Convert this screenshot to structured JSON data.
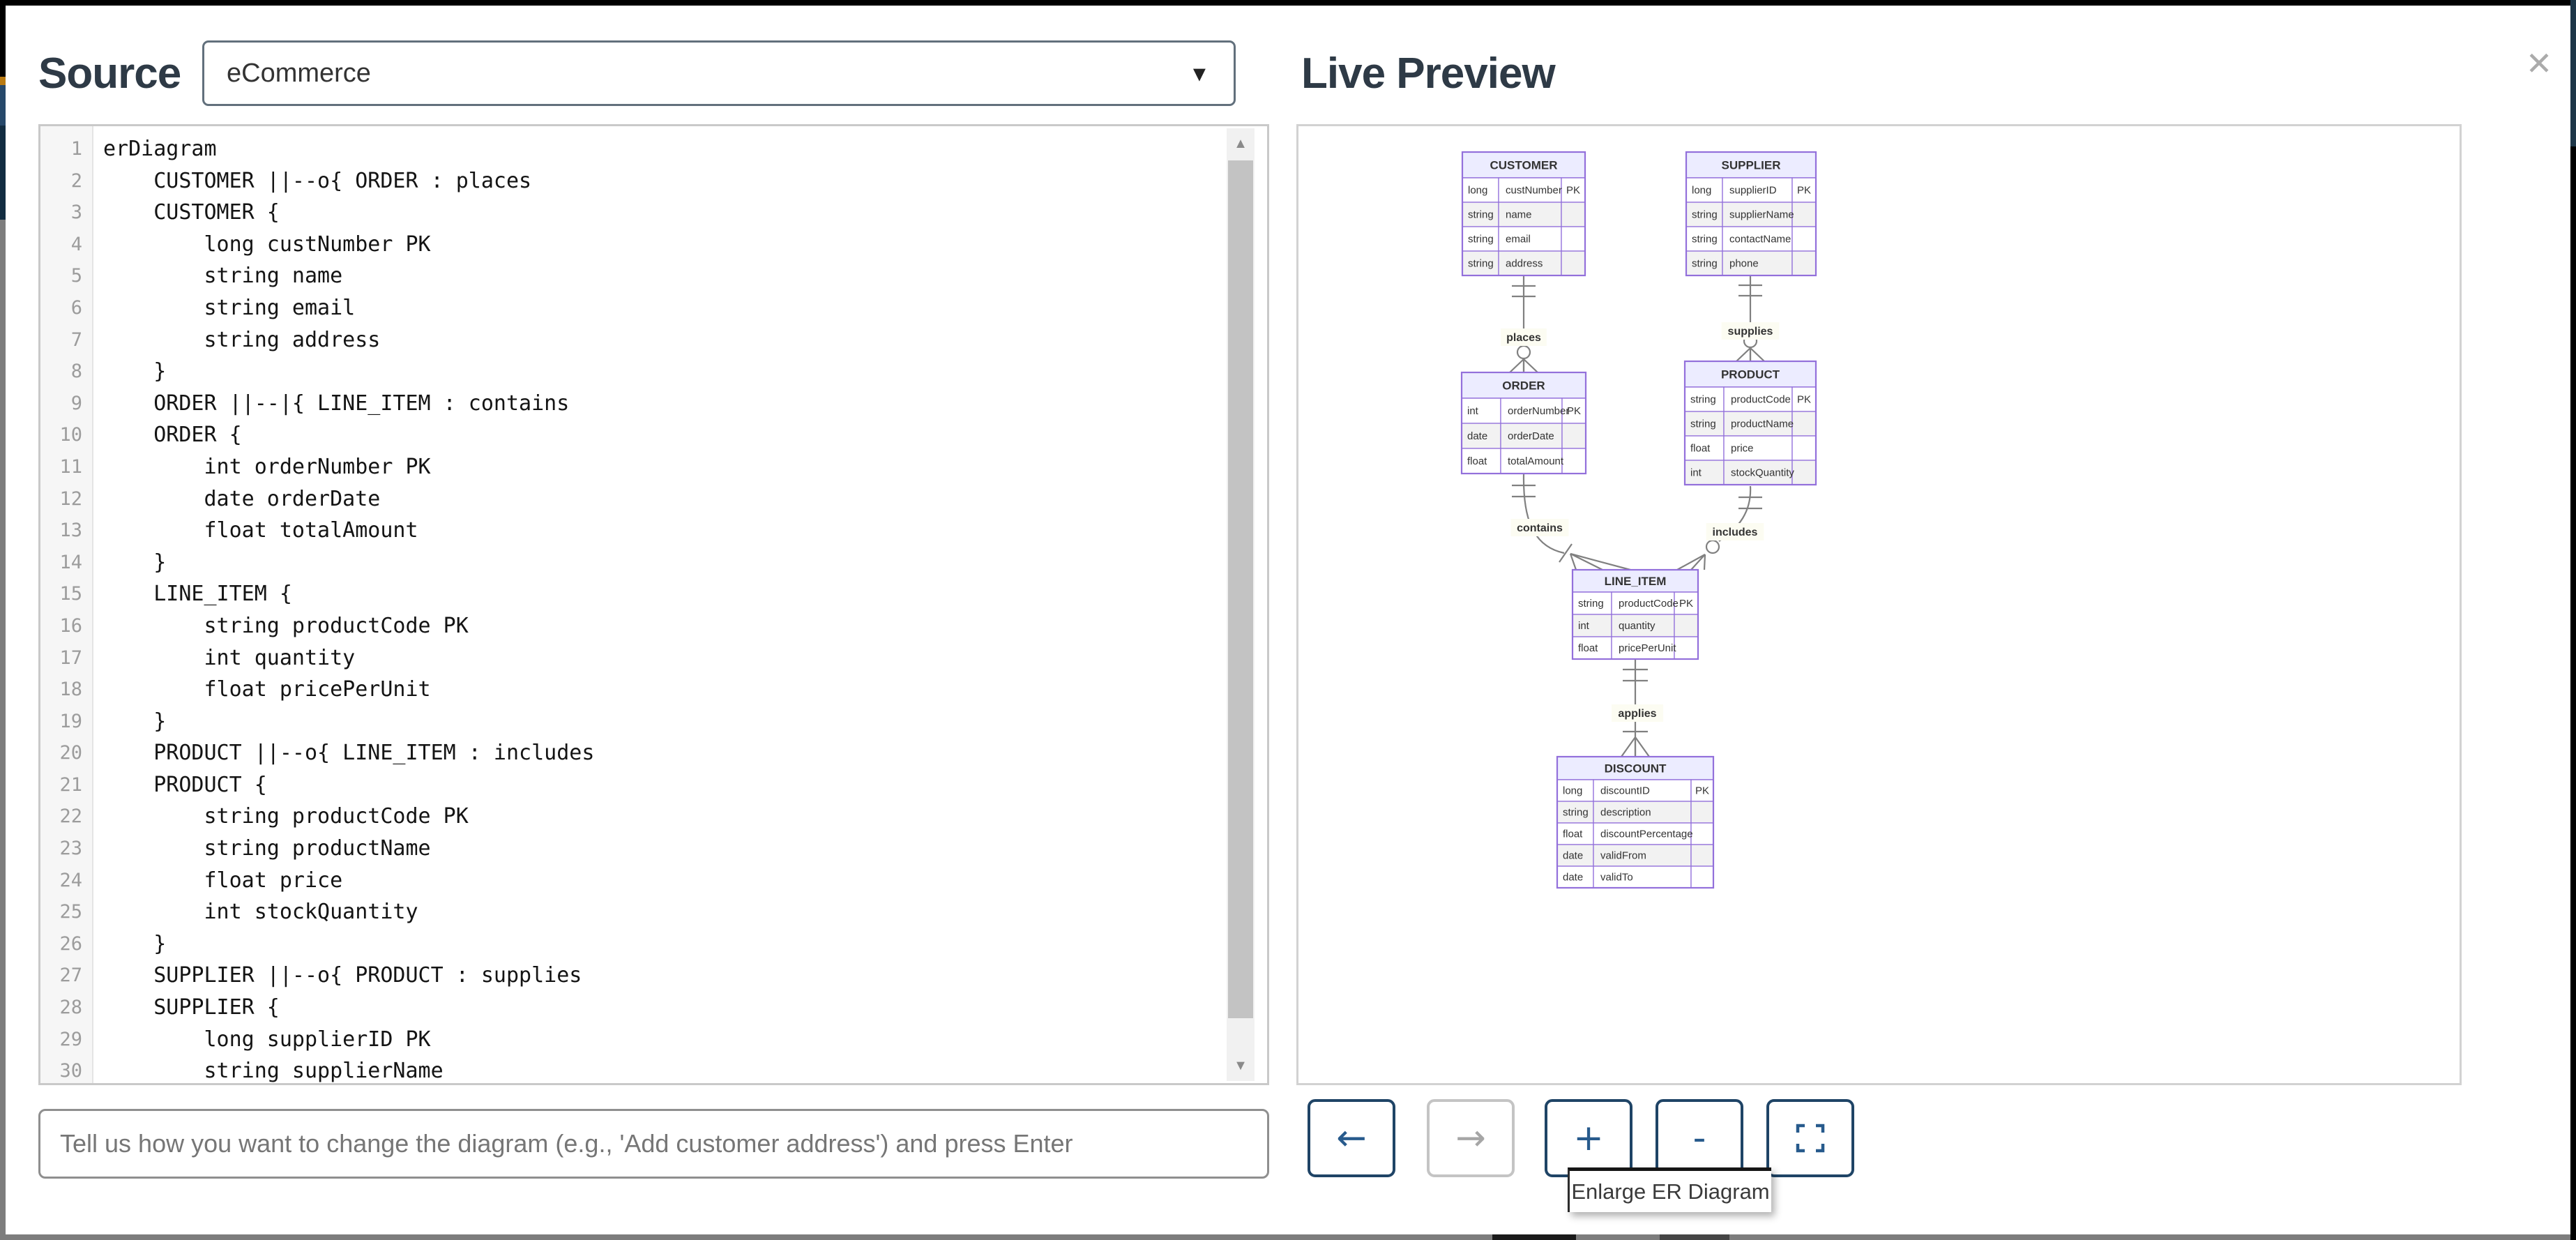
{
  "window": {
    "close_label": "✕"
  },
  "icons": {
    "select_caret": "▾",
    "scroll_up": "▲",
    "scroll_down": "▼"
  },
  "colors": {
    "accent": "#1f4466",
    "button_glyph": "#275a8c",
    "heading": "#2e3a46",
    "entity_border": "#9370DB",
    "entity_header_fill": "#ECECFF",
    "entity_row_alt": "#f2f2f2",
    "relationship_line": "#808080",
    "label_bg": "#fcfcf2"
  },
  "source_panel": {
    "title": "Source",
    "diagram_select": {
      "value": "eCommerce"
    },
    "editor": {
      "lines": [
        "erDiagram",
        "    CUSTOMER ||--o{ ORDER : places",
        "    CUSTOMER {",
        "        long custNumber PK",
        "        string name",
        "        string email",
        "        string address",
        "    }",
        "    ORDER ||--|{ LINE_ITEM : contains",
        "    ORDER {",
        "        int orderNumber PK",
        "        date orderDate",
        "        float totalAmount",
        "    }",
        "    LINE_ITEM {",
        "        string productCode PK",
        "        int quantity",
        "        float pricePerUnit",
        "    }",
        "    PRODUCT ||--o{ LINE_ITEM : includes",
        "    PRODUCT {",
        "        string productCode PK",
        "        string productName",
        "        float price",
        "        int stockQuantity",
        "    }",
        "    SUPPLIER ||--o{ PRODUCT : supplies",
        "    SUPPLIER {",
        "        long supplierID PK",
        "        string supplierName"
      ]
    },
    "prompt_input": {
      "placeholder": "Tell us how you want to change the diagram (e.g., 'Add customer address') and press Enter"
    }
  },
  "preview_panel": {
    "title": "Live Preview",
    "tooltip": "Enlarge ER Diagram",
    "toolbar": {
      "buttons": [
        {
          "id": "back",
          "glyph": "←",
          "enabled": true
        },
        {
          "id": "forward",
          "glyph": "→",
          "enabled": false
        },
        {
          "id": "zoom-in",
          "glyph": "+",
          "enabled": true
        },
        {
          "id": "zoom-out",
          "glyph": "-",
          "enabled": true
        },
        {
          "id": "enlarge",
          "glyph": "",
          "enabled": true
        }
      ]
    },
    "er_diagram": {
      "entities": [
        {
          "name": "CUSTOMER",
          "attributes": [
            [
              "long",
              "custNumber",
              "PK"
            ],
            [
              "string",
              "name",
              ""
            ],
            [
              "string",
              "email",
              ""
            ],
            [
              "string",
              "address",
              ""
            ]
          ]
        },
        {
          "name": "SUPPLIER",
          "attributes": [
            [
              "long",
              "supplierID",
              "PK"
            ],
            [
              "string",
              "supplierName",
              ""
            ],
            [
              "string",
              "contactName",
              ""
            ],
            [
              "string",
              "phone",
              ""
            ]
          ]
        },
        {
          "name": "ORDER",
          "attributes": [
            [
              "int",
              "orderNumber",
              "PK"
            ],
            [
              "date",
              "orderDate",
              ""
            ],
            [
              "float",
              "totalAmount",
              ""
            ]
          ]
        },
        {
          "name": "PRODUCT",
          "attributes": [
            [
              "string",
              "productCode",
              "PK"
            ],
            [
              "string",
              "productName",
              ""
            ],
            [
              "float",
              "price",
              ""
            ],
            [
              "int",
              "stockQuantity",
              ""
            ]
          ]
        },
        {
          "name": "LINE_ITEM",
          "attributes": [
            [
              "string",
              "productCode",
              "PK"
            ],
            [
              "int",
              "quantity",
              ""
            ],
            [
              "float",
              "pricePerUnit",
              ""
            ]
          ]
        },
        {
          "name": "DISCOUNT",
          "attributes": [
            [
              "long",
              "discountID",
              "PK"
            ],
            [
              "string",
              "description",
              ""
            ],
            [
              "float",
              "discountPercentage",
              ""
            ],
            [
              "date",
              "validFrom",
              ""
            ],
            [
              "date",
              "validTo",
              ""
            ]
          ]
        }
      ],
      "relationships": [
        {
          "from": "CUSTOMER",
          "to": "ORDER",
          "label": "places",
          "cardinality": "||--o{"
        },
        {
          "from": "SUPPLIER",
          "to": "PRODUCT",
          "label": "supplies",
          "cardinality": "||--o{"
        },
        {
          "from": "ORDER",
          "to": "LINE_ITEM",
          "label": "contains",
          "cardinality": "||--|{"
        },
        {
          "from": "PRODUCT",
          "to": "LINE_ITEM",
          "label": "includes",
          "cardinality": "||--o{"
        },
        {
          "from": "LINE_ITEM",
          "to": "DISCOUNT",
          "label": "applies",
          "cardinality": "||--|{"
        }
      ]
    }
  }
}
